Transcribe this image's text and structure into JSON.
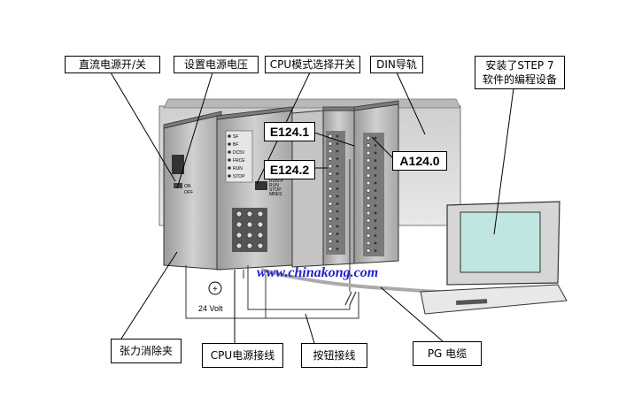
{
  "labels": {
    "dc_switch": "直流电源开/关",
    "set_voltage": "设置电源电压",
    "cpu_mode_switch": "CPU模式选择开关",
    "din_rail": "DIN导轨",
    "pg_device": "安装了STEP 7 软件的编程设备",
    "strain_relief": "张力消除夹",
    "cpu_power_wiring": "CPU电源接线",
    "button_wiring": "按钮接线",
    "pg_cable": "PG 电缆"
  },
  "addresses": {
    "e1241": "E124.1",
    "e1242": "E124.2",
    "a1240": "A124.0"
  },
  "cpu_leds": [
    "SF",
    "BF",
    "DC5V",
    "FRCE",
    "RUN",
    "STOP"
  ],
  "cpu_switch": [
    "RUN-P",
    "RUN",
    "STOP",
    "MRES"
  ],
  "ps_switch": [
    "ON",
    "OFF"
  ],
  "supply": {
    "plus": "+",
    "volt": "24 Volt"
  },
  "watermark": "www.chinakong.com",
  "colors": {
    "outline": "#000000",
    "watermark": "#2222cc",
    "screen": "#bfe6e0"
  }
}
